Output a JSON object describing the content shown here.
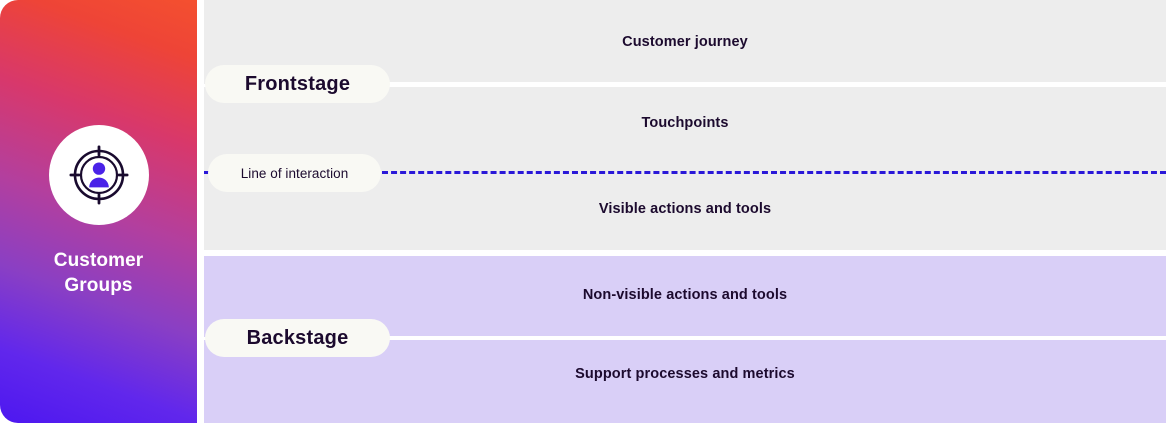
{
  "sidebar": {
    "icon": "customer-target-icon",
    "title_line1": "Customer",
    "title_line2": "Groups"
  },
  "pills": {
    "frontstage": "Frontstage",
    "backstage": "Backstage",
    "line_of_interaction": "Line of interaction"
  },
  "rows": {
    "customer_journey": "Customer journey",
    "touchpoints": "Touchpoints",
    "visible_actions": "Visible actions and tools",
    "non_visible_actions": "Non-visible actions and tools",
    "support_processes": "Support processes and metrics"
  },
  "colors": {
    "frontstage_panel": "#ededed",
    "backstage_panel": "#d9cff7",
    "pill_background": "#f9f9f4",
    "text_dark": "#1c0a2e",
    "dashed_line": "#2a18d8",
    "gradient_start": "#f4502f",
    "gradient_end": "#4d17f0",
    "icon_accent": "#4a22e8"
  }
}
